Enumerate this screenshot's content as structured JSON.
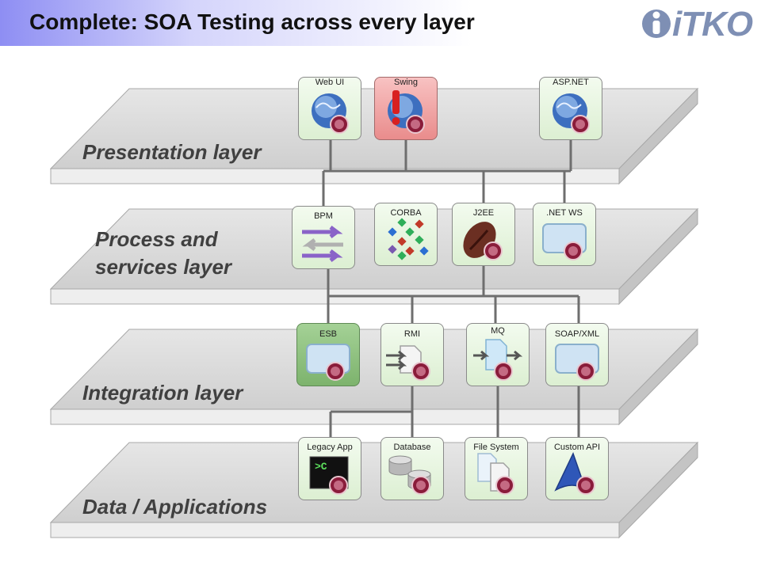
{
  "header": {
    "title": "Complete: SOA Testing across every layer",
    "logo_text": "iTKO",
    "logo_icon": "person-i-icon"
  },
  "layers": [
    {
      "label": "Presentation layer",
      "components": [
        {
          "label": "Web UI",
          "icon": "globe-icon"
        },
        {
          "label": "Swing",
          "icon": "alert-icon",
          "highlight": "red"
        },
        {
          "label": "ASP.NET",
          "icon": "globe-icon"
        }
      ]
    },
    {
      "label_line1": "Process and",
      "label_line2": "services layer",
      "components": [
        {
          "label": "BPM",
          "icon": "flow-arrows-icon"
        },
        {
          "label": "CORBA",
          "icon": "diamond-network-icon"
        },
        {
          "label": "J2EE",
          "icon": "coffee-bean-icon"
        },
        {
          "label": ".NET WS",
          "icon": "window-icon"
        }
      ]
    },
    {
      "label": "Integration layer",
      "components": [
        {
          "label": "ESB",
          "icon": "window-icon",
          "highlight": "green"
        },
        {
          "label": "RMI",
          "icon": "arrows-document-icon"
        },
        {
          "label": "MQ",
          "icon": "message-queue-icon"
        },
        {
          "label": "SOAP/XML",
          "icon": "window-icon"
        }
      ]
    },
    {
      "label": "Data / Applications",
      "components": [
        {
          "label": "Legacy App",
          "icon": "terminal-icon",
          "terminal_text": ">C"
        },
        {
          "label": "Database",
          "icon": "database-icon"
        },
        {
          "label": "File System",
          "icon": "files-icon"
        },
        {
          "label": "Custom API",
          "icon": "custom-api-icon"
        }
      ]
    }
  ],
  "colors": {
    "layer_top": "#d8d8d8",
    "layer_side": "#e8e8e8",
    "connector": "#6e6e6e",
    "badge": "#8a1c3a",
    "panel": "#dcefd2",
    "panel_red": "#ec9a9a",
    "panel_green": "#86bb75"
  }
}
